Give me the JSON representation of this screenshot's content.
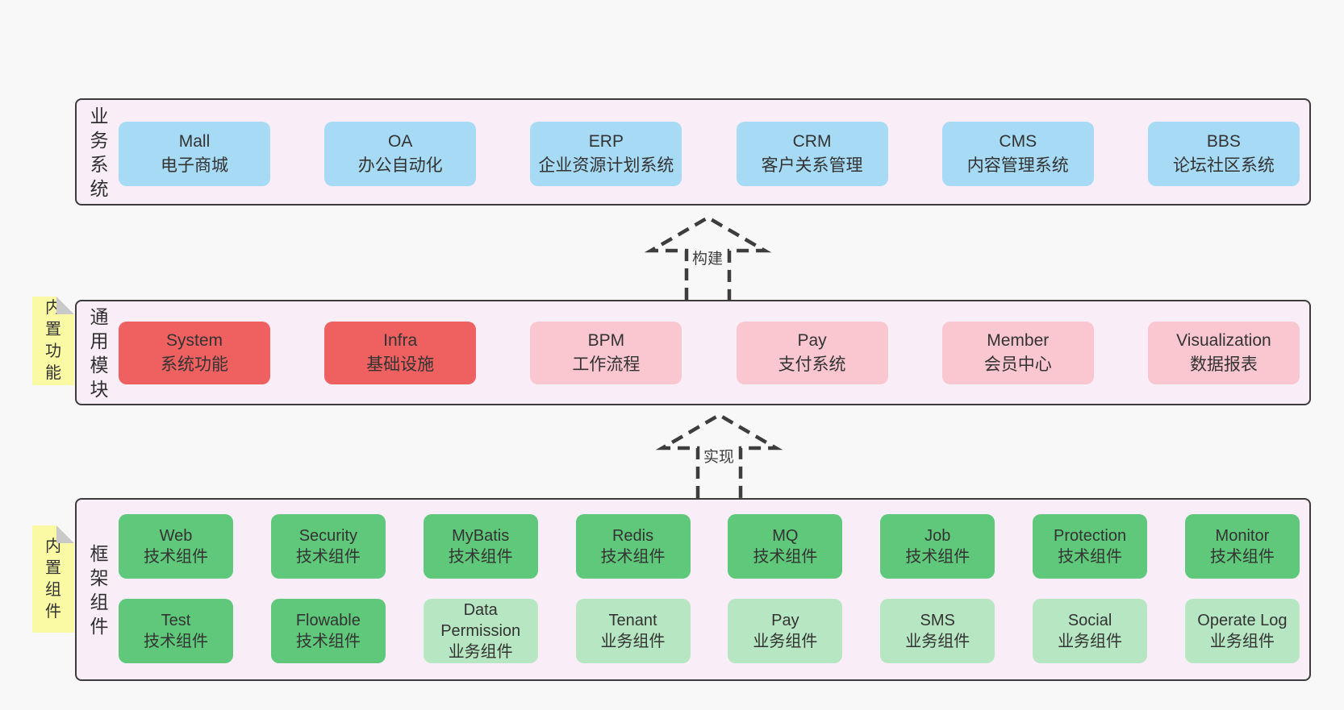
{
  "palette": {
    "page_bg": "#f8f8f8",
    "container_bg": "#f9edf7",
    "container_border": "#3c3c3c",
    "blue": "#a7daf4",
    "red": "#ef6060",
    "pink": "#fac6cf",
    "green": "#5fc87a",
    "green_light": "#b7e6c2",
    "sticky_yellow": "#fafaa4",
    "fold_gray": "#c9c9c9",
    "text": "#333333",
    "arrow": "#3d3d3d"
  },
  "arrows": [
    {
      "label": "构建"
    },
    {
      "label": "实现"
    }
  ],
  "layers": [
    {
      "label": "业\n务\n系\n统",
      "boxes": [
        {
          "en": "Mall",
          "zh": "电子商城"
        },
        {
          "en": "OA",
          "zh": "办公自动化"
        },
        {
          "en": "ERP",
          "zh": "企业资源计划系统"
        },
        {
          "en": "CRM",
          "zh": "客户关系管理"
        },
        {
          "en": "CMS",
          "zh": "内容管理系统"
        },
        {
          "en": "BBS",
          "zh": "论坛社区系统"
        }
      ]
    },
    {
      "label": "通\n用\n模\n块",
      "sticky": "内\n置\n功\n能",
      "boxes": [
        {
          "en": "System",
          "zh": "系统功能"
        },
        {
          "en": "Infra",
          "zh": "基础设施"
        },
        {
          "en": "BPM",
          "zh": "工作流程"
        },
        {
          "en": "Pay",
          "zh": "支付系统"
        },
        {
          "en": "Member",
          "zh": "会员中心"
        },
        {
          "en": "Visualization",
          "zh": "数据报表"
        }
      ]
    },
    {
      "label": "框\n架\n组\n件",
      "sticky": "内\n置\n组\n件",
      "rows": [
        [
          {
            "en": "Web",
            "zh": "技术组件"
          },
          {
            "en": "Security",
            "zh": "技术组件"
          },
          {
            "en": "MyBatis",
            "zh": "技术组件"
          },
          {
            "en": "Redis",
            "zh": "技术组件"
          },
          {
            "en": "MQ",
            "zh": "技术组件"
          },
          {
            "en": "Job",
            "zh": "技术组件"
          },
          {
            "en": "Protection",
            "zh": "技术组件"
          },
          {
            "en": "Monitor",
            "zh": "技术组件"
          }
        ],
        [
          {
            "en": "Test",
            "zh": "技术组件"
          },
          {
            "en": "Flowable",
            "zh": "技术组件"
          },
          {
            "en": "Data Permission",
            "zh": "业务组件"
          },
          {
            "en": "Tenant",
            "zh": "业务组件"
          },
          {
            "en": "Pay",
            "zh": "业务组件"
          },
          {
            "en": "SMS",
            "zh": "业务组件"
          },
          {
            "en": "Social",
            "zh": "业务组件"
          },
          {
            "en": "Operate Log",
            "zh": "业务组件"
          }
        ]
      ]
    }
  ]
}
